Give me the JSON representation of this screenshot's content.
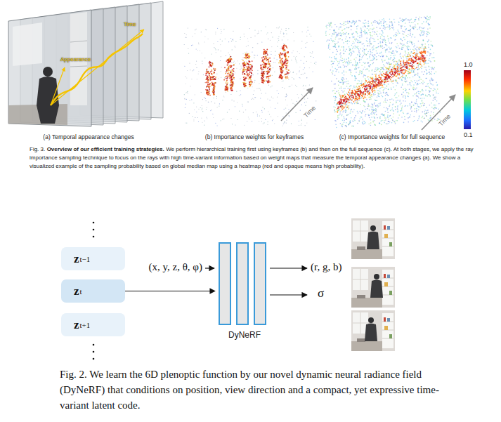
{
  "diagram": {
    "nodes": [
      {
        "text": [
          "z",
          "t−1"
        ]
      },
      {
        "text": [
          "z",
          "t"
        ]
      },
      {
        "text": [
          "z",
          "t+1"
        ]
      },
      {
        "text": [
          "DyNeRF"
        ]
      }
    ],
    "edges": [
      {
        "from": 1,
        "to": 3,
        "arrow": "to"
      }
    ],
    "labels": [
      "Appearance",
      "Time",
      "Time",
      "Time",
      "1.0",
      "0.1",
      "(a) Temporal appearance changes",
      "(b) Importance weights for keyframes",
      "(c) Importance weights for full sequence",
      "Fig. 3.",
      "Overview of our efficient training strategies.",
      "We perform hierarchical training first using keyframes (b) and then on the full sequence (c). At both stages, we apply the ray importance sampling technique to focus on the rays with high time-variant information based on weight maps that measure the temporal appearance changes (a). We show a visualized example of the sampling probability based on global median map using a heatmap (red and opaque means high probability).",
      "(x, y, z, θ, φ)",
      "(r, g, b)",
      "σ",
      "Fig. 2. We learn the 6D plenoptic function by our novel dynamic neural radiance field (DyNeRF) that conditions on position, view direction and a compact, yet expressive time-variant latent code."
    ]
  }
}
